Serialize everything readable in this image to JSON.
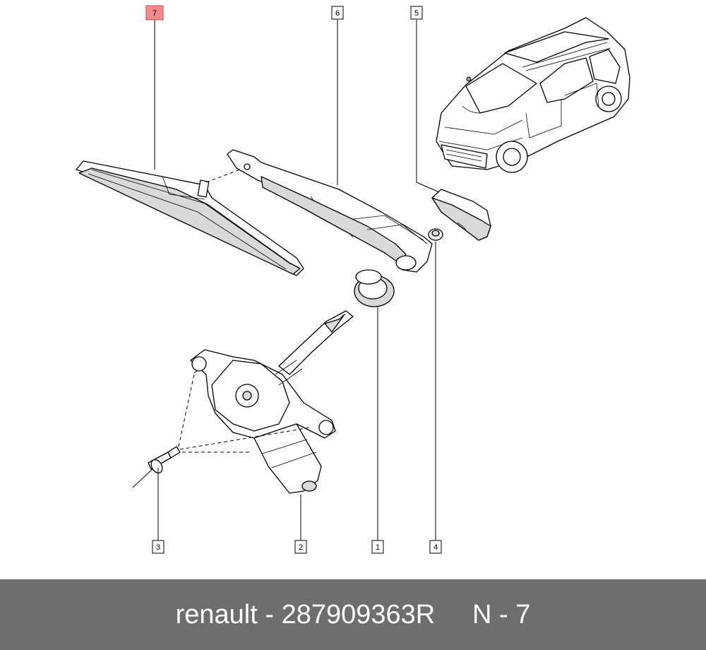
{
  "diagram": {
    "callouts": [
      {
        "id": "7",
        "label": "7",
        "highlighted": true
      },
      {
        "id": "6",
        "label": "6",
        "highlighted": false
      },
      {
        "id": "5",
        "label": "5",
        "highlighted": false
      },
      {
        "id": "3",
        "label": "3",
        "highlighted": false
      },
      {
        "id": "2",
        "label": "2",
        "highlighted": false
      },
      {
        "id": "1",
        "label": "1",
        "highlighted": false
      },
      {
        "id": "4",
        "label": "4",
        "highlighted": false
      }
    ],
    "highlight_color": "#f08a8a"
  },
  "footer": {
    "brand": "renault",
    "separator": " - ",
    "part_number": "287909363R",
    "gap": "     ",
    "position": "N - 7",
    "background": "#6e6e6e"
  }
}
